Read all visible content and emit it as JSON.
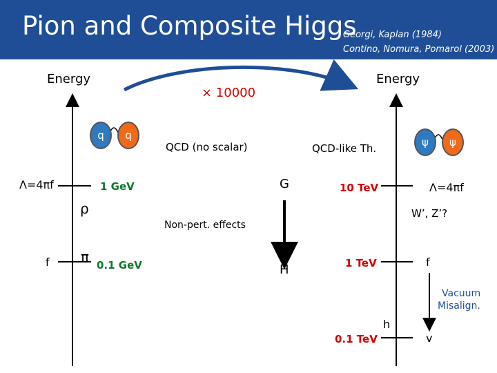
{
  "header": {
    "title": "Pion and Composite Higgs",
    "cite1": "Georgi, Kaplan (1984)",
    "cite2": "Contino, Nomura, Pomarol (2003)"
  },
  "left": {
    "energy": "Energy",
    "quark1": "q",
    "quark2": "q",
    "lambda": "Λ=4πf",
    "scale1": "1 GeV",
    "rho": "ρ",
    "f": "f",
    "pi": "π",
    "scale2": "0.1 GeV"
  },
  "middle": {
    "factor": "× 10000",
    "qcd": "QCD  (no scalar)",
    "qcd_like": "QCD-like Th.",
    "G": "G",
    "nonpert": "Non-pert. effects",
    "H": "H"
  },
  "right": {
    "energy": "Energy",
    "psi1": "ψ",
    "psi2": "ψ",
    "scale1": "10 TeV",
    "lambda": "Λ=4πf",
    "wz": "W’, Z’?",
    "scale2": "1 TeV",
    "f": "f",
    "vacuum1": "Vacuum",
    "vacuum2": "Misalign.",
    "h": "h",
    "scale3": "0.1 TeV",
    "v": "v"
  },
  "colors": {
    "header_bg": "#1f4e96",
    "scale_green": "#0a7a2a",
    "factor_red": "#d40000",
    "label_blue": "#1f4e96",
    "quark_blue": "#2e79c0",
    "quark_orange": "#f06a1a"
  }
}
